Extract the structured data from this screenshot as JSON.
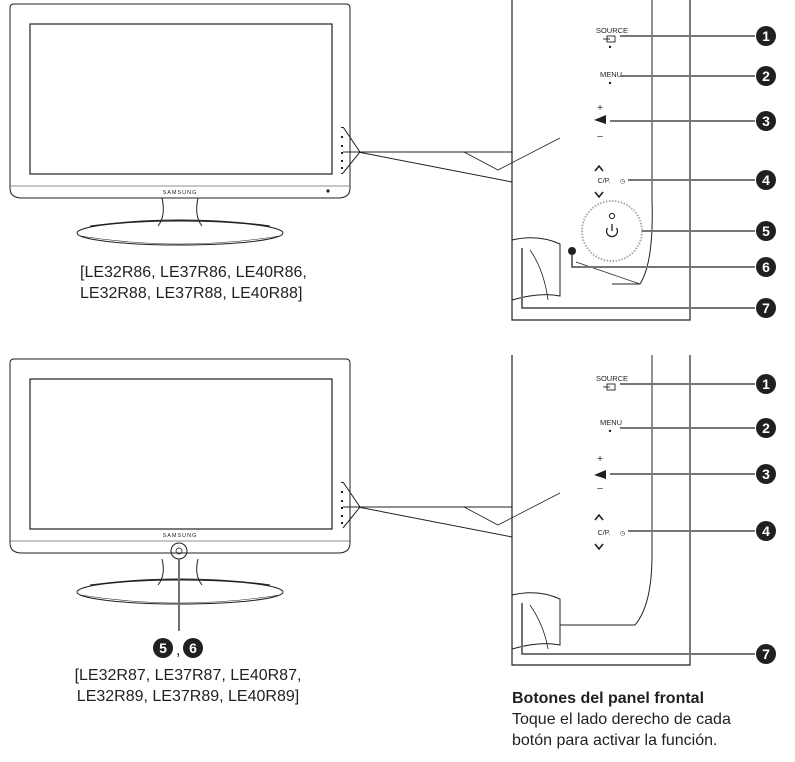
{
  "tv_brand": "SAMSUNG",
  "panel_labels": {
    "source": "SOURCE",
    "menu": "MENU",
    "plus": "+",
    "minus": "–",
    "cp": "C/P.",
    "up": "^",
    "down": "v"
  },
  "callout_numbers": [
    "1",
    "2",
    "3",
    "4",
    "5",
    "6",
    "7"
  ],
  "top_models": {
    "line1": "[LE32R86, LE37R86, LE40R86,",
    "line2": "LE32R88, LE37R88, LE40R88]"
  },
  "bottom_models": {
    "line1": "[LE32R87, LE37R87, LE40R87,",
    "line2": "LE32R89, LE37R89, LE40R89]"
  },
  "bottom_tv_callout": {
    "first": "5",
    "separator": ",",
    "second": "6"
  },
  "footer": {
    "title": "Botones del panel frontal",
    "line1": "Toque el lado derecho de cada",
    "line2": "botón para activar la función."
  },
  "colors": {
    "outline": "#231f20",
    "leader_gray": "#a7a9ac",
    "background": "#ffffff"
  }
}
